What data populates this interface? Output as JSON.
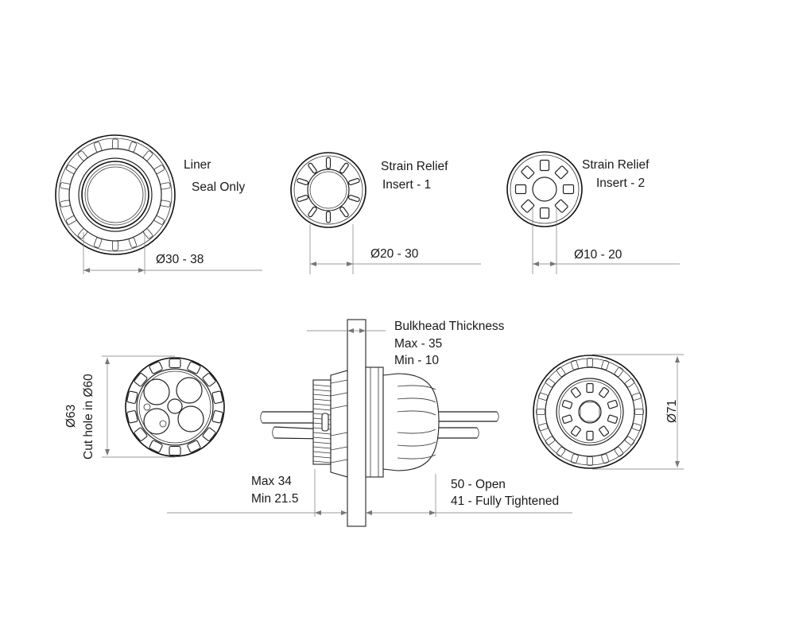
{
  "labels": {
    "liner": "Liner",
    "seal_only": "Seal Only",
    "liner_dim": "Ø30 - 38",
    "sr1_line1": "Strain Relief",
    "sr1_line2": "Insert - 1",
    "sr1_dim": "Ø20 - 30",
    "sr2_line1": "Strain Relief",
    "sr2_line2": "Insert - 2",
    "sr2_dim": "Ø10 - 20",
    "bulkhead_title": "Bulkhead Thickness",
    "bulkhead_max": "Max - 35",
    "bulkhead_min": "Min - 10",
    "left_dim_1": "Ø63",
    "left_dim_2": "Cut hole in Ø60",
    "side_max": "Max 34",
    "side_min": "Min 21.5",
    "open": "50 - Open",
    "tight": "41 - Fully Tightened",
    "right_dim": "Ø71"
  }
}
